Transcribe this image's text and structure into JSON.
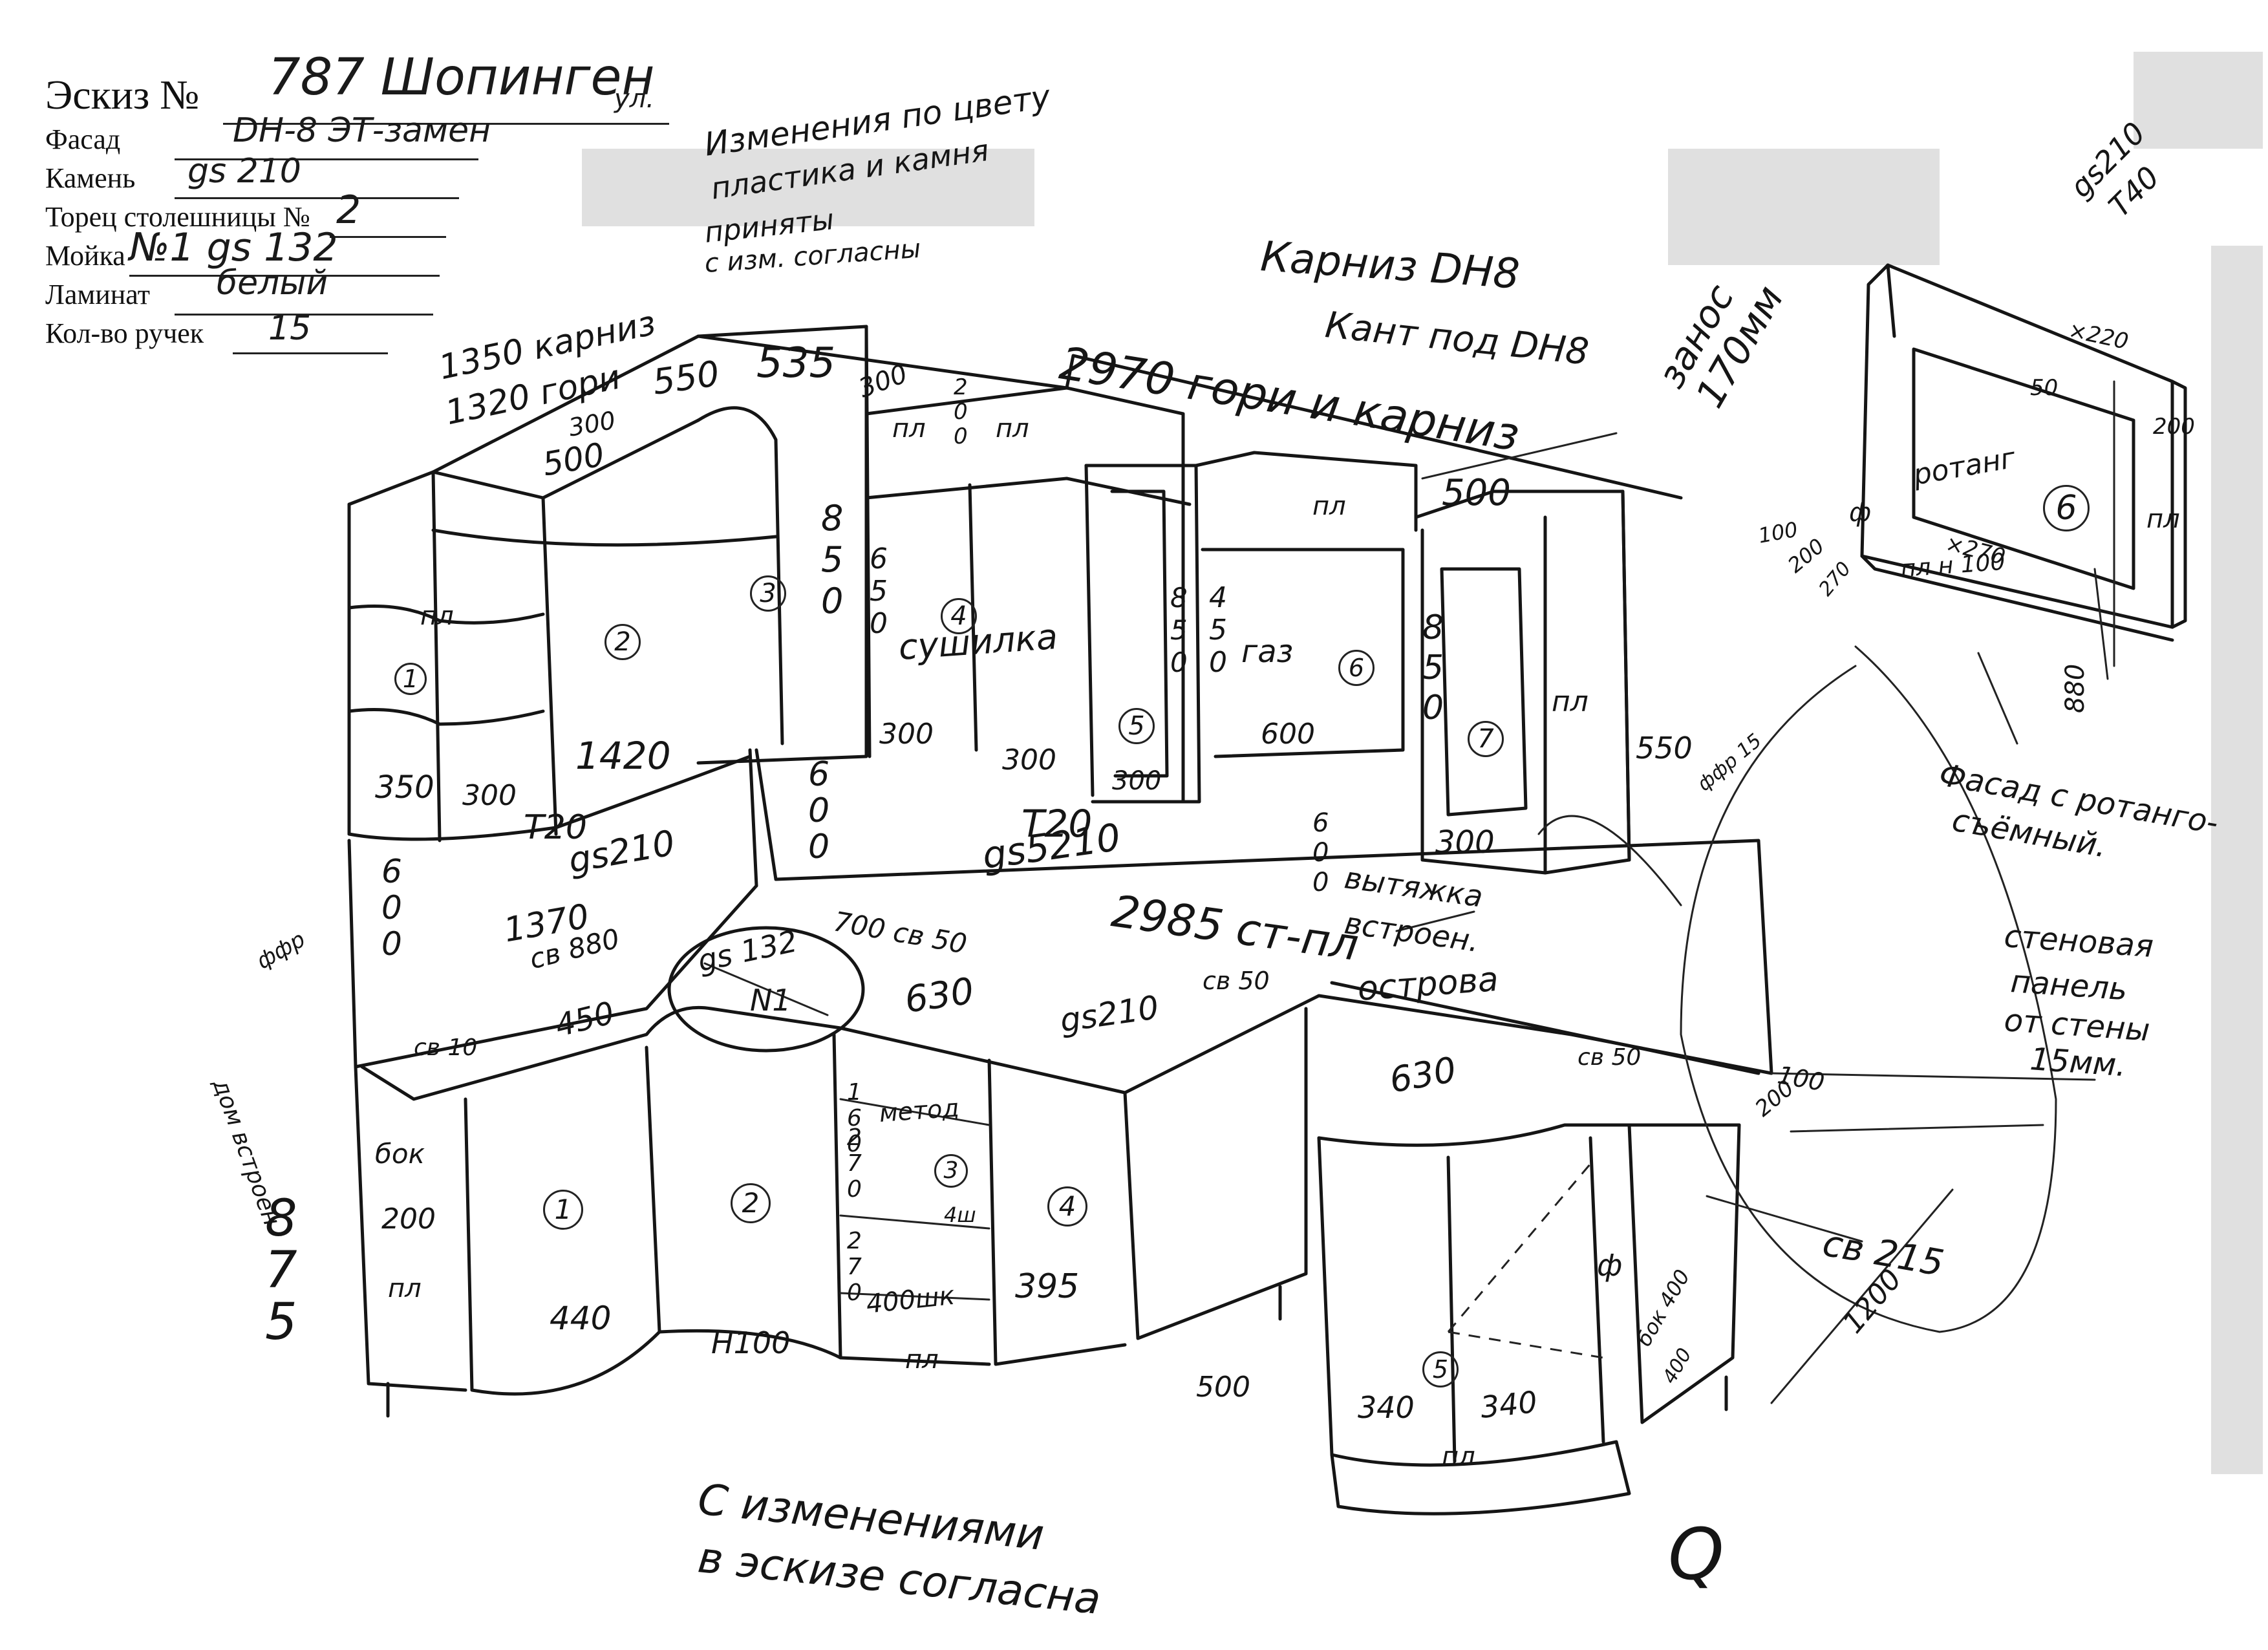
{
  "sketch": {
    "number_label": "Эскиз №",
    "number_value": "787 Шопинген",
    "number_suffix": "ул.",
    "facade_label": "Фасад",
    "facade_value": "DH-8 ЭТ-замен",
    "stone_label": "Камень",
    "stone_value": "gs 210",
    "edge_label": "Торец столешницы №",
    "edge_value": "2",
    "sink_label": "Мойка",
    "sink_value": "№1 gs 132",
    "laminate_label": "Ламинат",
    "laminate_value": "белый",
    "handles_label": "Кол-во ручек",
    "handles_value": "15"
  },
  "notes": {
    "color_change": [
      "Изменения по цвету",
      "пластика и камня",
      "приняты",
      "с изм. согласны"
    ],
    "cornice": "Карниз DH8",
    "plinth": "Кант под DH8",
    "overhang": [
      "занос",
      "170мм"
    ],
    "total_top": "2970 гори и карниз",
    "top_left_1": "1350 карниз",
    "top_left_2": "1320 гори",
    "hood": [
      "вытяжка",
      "встроен."
    ],
    "island_width": "2985 ст-пл",
    "island_word": "острова",
    "wall_panel": [
      "стеновая",
      "панель",
      "от стены",
      "15мм."
    ],
    "facade_rattan": [
      "Фасад с ротанго-",
      "съёмный."
    ],
    "rattan": "ротанг",
    "gs_top": [
      "gs210",
      "Т40"
    ],
    "agreement": [
      "С изменениями",
      "в эскизе согласна"
    ],
    "signature": "Q"
  },
  "dims": {
    "d550a": "550",
    "d535": "535",
    "d300a": "300",
    "d500a": "500",
    "d300b": "300",
    "d850": "8 5 0",
    "d650": "6 5 0",
    "d200": "2 0 0",
    "d1420": "1420",
    "d350": "350",
    "d300c": "300",
    "d300d": "300",
    "d300e": "300",
    "d600a": "600",
    "d300f": "300",
    "d450": "4 5 0",
    "d850b": "8 5 0",
    "d850c": "8 5 0",
    "d300g": "300",
    "d500b": "500",
    "d600v": "6 0 0",
    "d600w": "6 0 0",
    "d600x": "6 0 0",
    "d1370": "1370",
    "d880": "св 880",
    "d450b": "450",
    "d630a": "630",
    "d700": "700 св 50",
    "dcb50a": "св 50",
    "dcb10": "св 10",
    "d100a": "100",
    "d200b": "200",
    "d270": "270",
    "d220": "×220",
    "d270x": "×270",
    "d50": "50",
    "d200c": "200",
    "d880v": "880",
    "d550b": "550",
    "d100b": "100",
    "d200d": "200",
    "d630b": "630",
    "dcb50b": "св 50",
    "dcb215": "св 215",
    "d1200": "1200",
    "d875": [
      "8",
      "7",
      "5"
    ],
    "d200e": "200",
    "d440": "440",
    "d395": "395",
    "dh100": "Н100",
    "d500c": "500",
    "d340a": "340",
    "d340b": "340",
    "d400": "400",
    "d400shk": "400шк",
    "d160": "1 6 0",
    "d270a": "2 7 0",
    "d270b": "2 7 0",
    "d4sh": "4ш"
  },
  "labels": {
    "pl": "пл",
    "fr": "ф",
    "ffr": "ффр",
    "sushilka": "сушилка",
    "gaz": "газ",
    "metod": "метод",
    "bok": "бок",
    "plh100": "пл н 100",
    "bok400": "бок 400",
    "dom": "дом встроен",
    "t20a": "Т20",
    "gs210a": "gs210",
    "t20b": "Т20",
    "gs210b": "gs5210",
    "gs210c": "gs210",
    "sink_model": "gs 132",
    "sink_no": "N1",
    "ffr2": "ффр 15"
  },
  "circled": [
    "1",
    "2",
    "3",
    "4",
    "5",
    "6",
    "7",
    "1",
    "2",
    "3",
    "4",
    "5",
    "6"
  ]
}
